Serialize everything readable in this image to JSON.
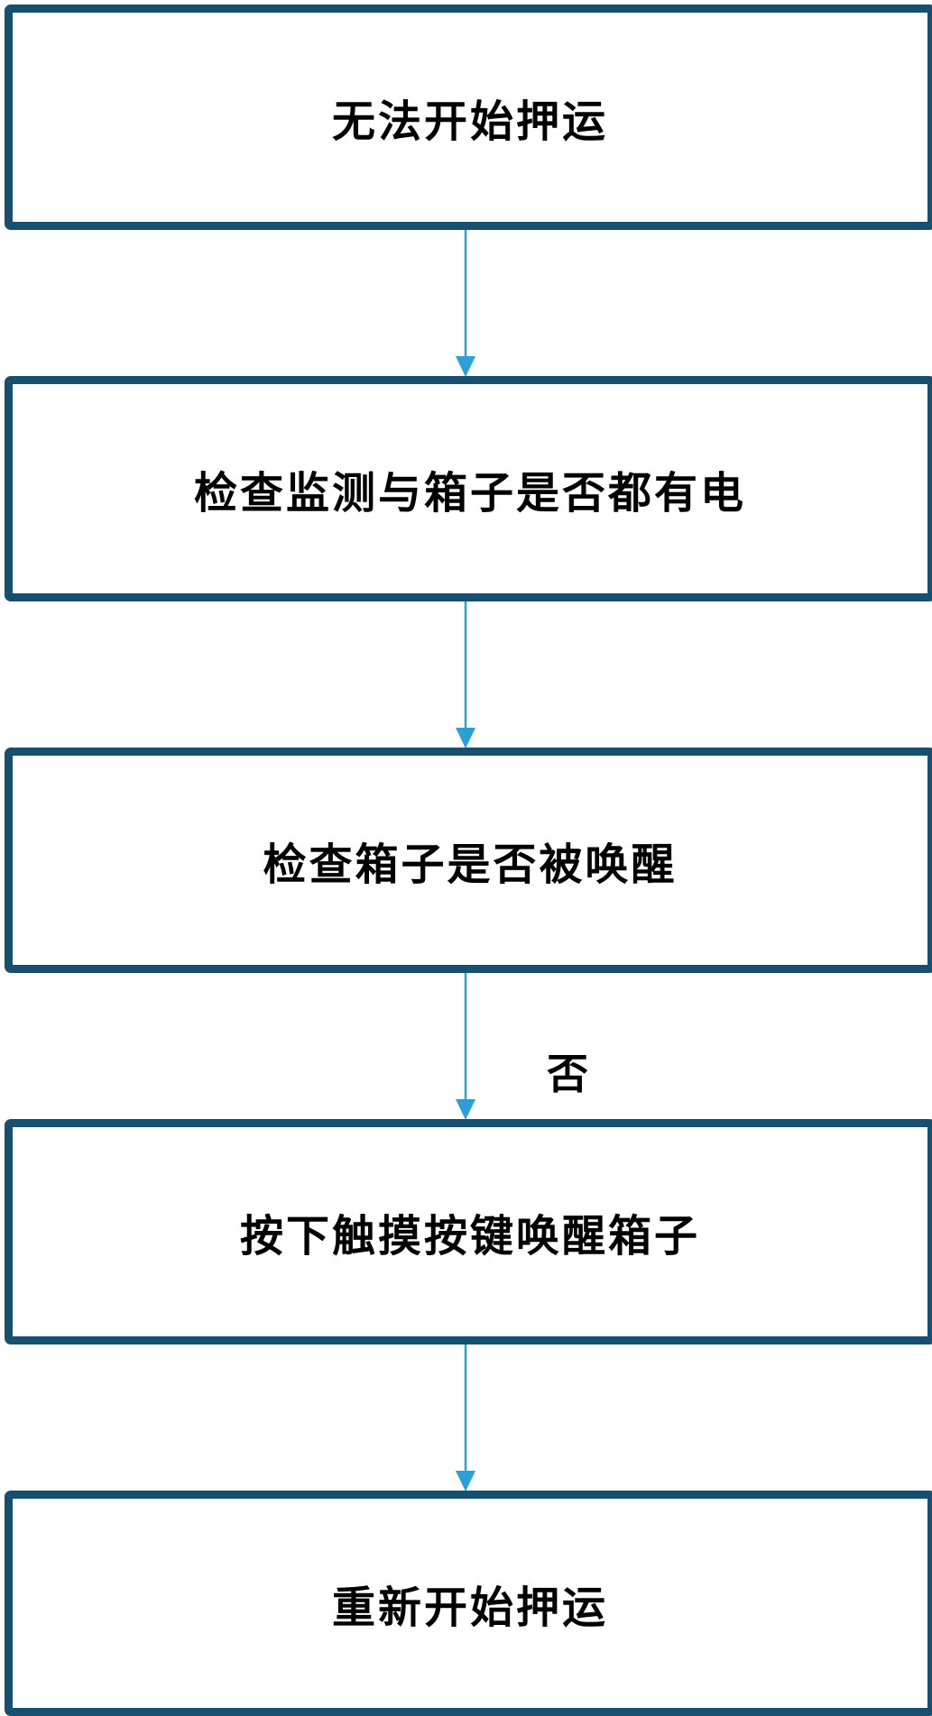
{
  "steps": [
    {
      "label": "无法开始押运"
    },
    {
      "label": "检查监测与箱子是否都有电"
    },
    {
      "label": "检查箱子是否被唤醒"
    },
    {
      "label": "按下触摸按键唤醒箱子"
    },
    {
      "label": "重新开始押运"
    }
  ],
  "edges": [
    {
      "from": 0,
      "to": 1,
      "label": ""
    },
    {
      "from": 1,
      "to": 2,
      "label": ""
    },
    {
      "from": 2,
      "to": 3,
      "label": "否"
    },
    {
      "from": 3,
      "to": 4,
      "label": ""
    }
  ],
  "colors": {
    "box_border": "#164f70",
    "arrow": "#2a9fd8",
    "text": "#000000"
  }
}
